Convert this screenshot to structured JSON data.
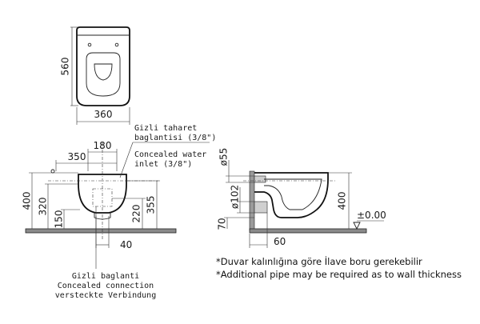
{
  "top_view": {
    "height_label": "560",
    "width_label": "360"
  },
  "front_view": {
    "dim_180": "180",
    "dim_350": "350",
    "dim_400": "400",
    "dim_320": "320",
    "dim_150": "150",
    "dim_355": "355",
    "dim_220": "220",
    "dim_40": "40",
    "concealed_inlet_notes": [
      "Gizli taharet",
      "baglantisi (3/8\")",
      "Concealed water",
      "inlet (3/8\")"
    ],
    "connection_notes": [
      "Gizli baglanti",
      "Concealed connection",
      "versteckte Verbindung"
    ]
  },
  "side_view": {
    "dim_55": "ø55",
    "dim_102": "ø102",
    "dim_70": "70",
    "dim_400": "400",
    "dim_60": "60",
    "level": "±0.00"
  },
  "footnotes": [
    "*Duvar kalınlığına göre İlave boru gerekebilir",
    "*Additional pipe may be required as to wall thickness"
  ]
}
